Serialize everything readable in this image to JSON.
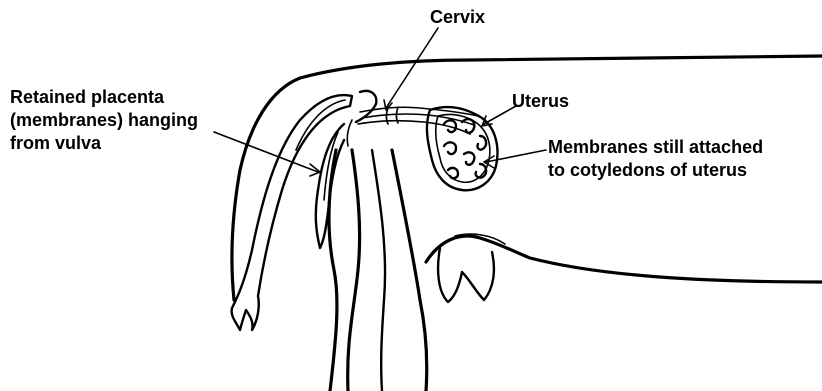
{
  "labels": {
    "cervix": "Cervix",
    "uterus": "Uterus",
    "placenta_line1": "Retained placenta",
    "placenta_line2": "(membranes) hanging",
    "placenta_line3": "from vulva",
    "membranes_line1": "Membranes still attached",
    "membranes_line2": "to cotyledons of uterus"
  },
  "colors": {
    "ink": "#000000",
    "background": "#ffffff"
  }
}
